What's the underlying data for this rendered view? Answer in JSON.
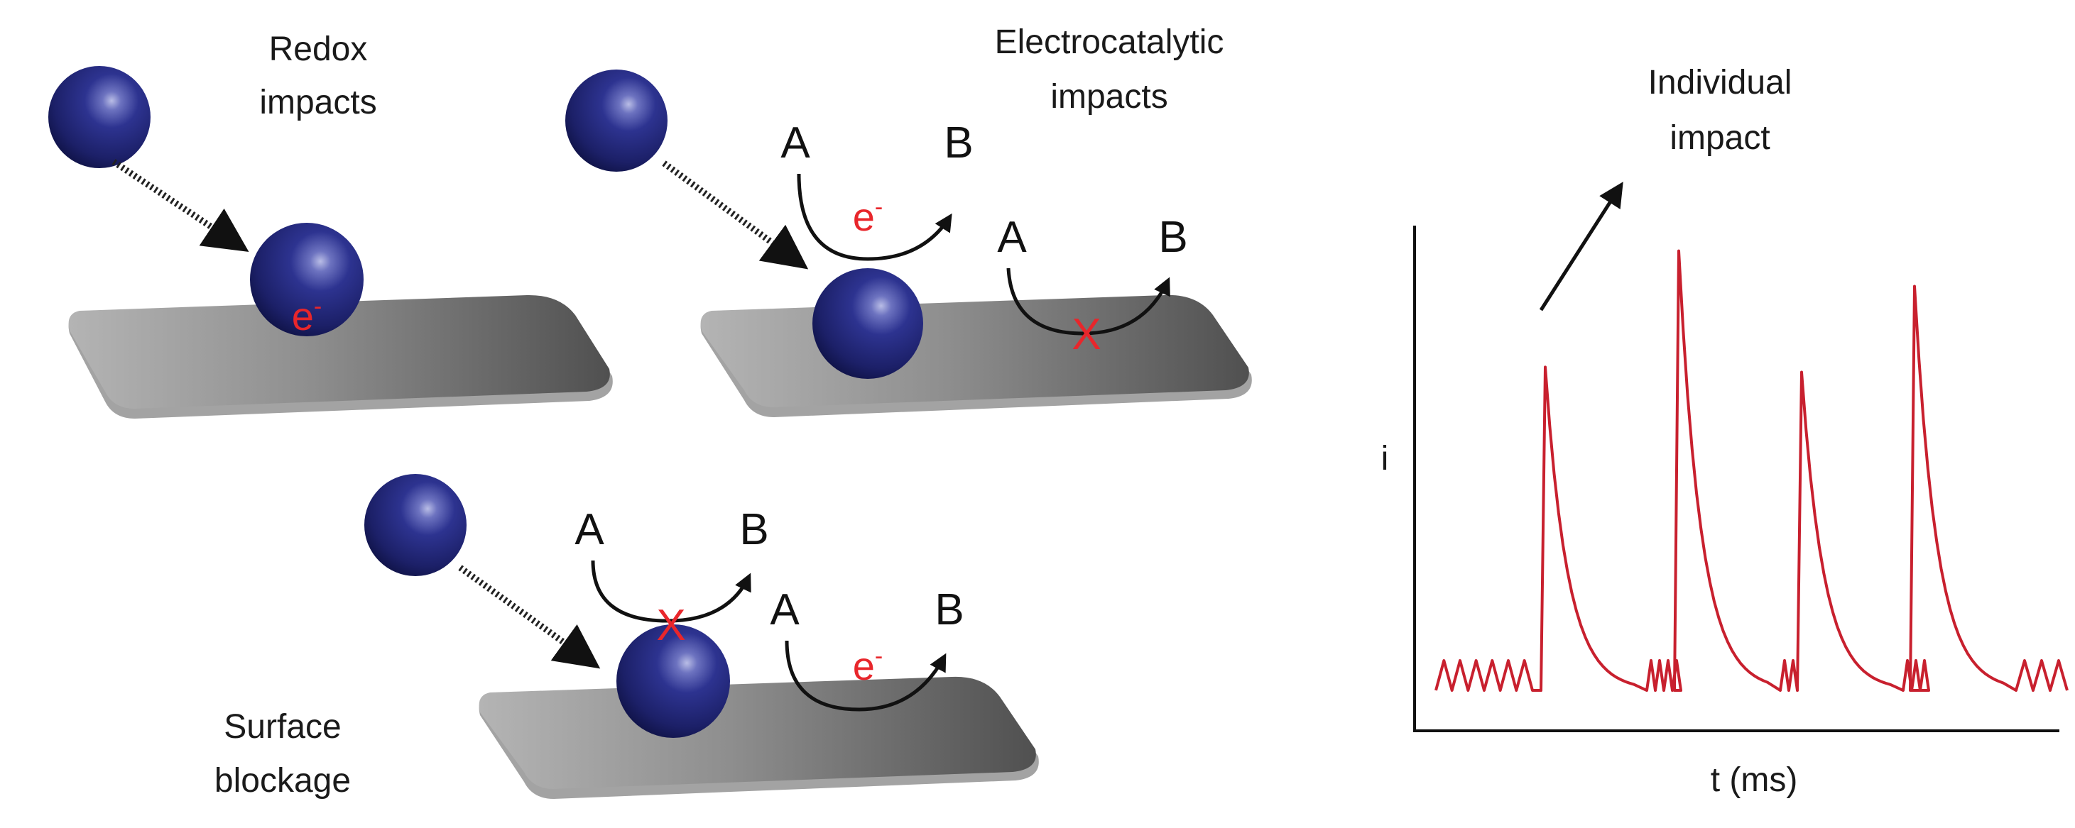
{
  "labels": {
    "redox_line1": "Redox",
    "redox_line2": "impacts",
    "electro_line1": "Electrocatalytic",
    "electro_line2": "impacts",
    "surface_line1": "Surface",
    "surface_line2": "blockage",
    "individual_line1": "Individual",
    "individual_line2": "impact"
  },
  "symbols": {
    "reactant": "A",
    "product": "B",
    "electron": "e",
    "electron_charge": "-",
    "blocked": "X"
  },
  "axes": {
    "ylabel": "i",
    "xlabel": "t (ms)"
  },
  "colors": {
    "particle": "#1f2470",
    "surface": "#8f8f8f",
    "current_trace": "#c8202e",
    "accent_red": "#e8262b"
  },
  "chart_data": {
    "type": "line",
    "xlabel": "t (ms)",
    "ylabel": "i",
    "description_of_trace": "",
    "spike_heights": [
      0.72,
      0.95,
      0.71,
      0.88
    ],
    "baseline": 0.08
  }
}
